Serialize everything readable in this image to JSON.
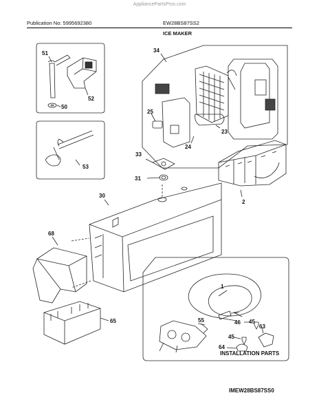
{
  "header": {
    "watermark": "AppliancePartsPros.com",
    "publication": "Publication No: 5995692380",
    "model": "EW28BS87SS2",
    "section": "ICE MAKER"
  },
  "callouts": {
    "p51": "51",
    "p52": "52",
    "p50": "50",
    "p53": "53",
    "p34": "34",
    "p25": "25",
    "p23": "23",
    "p24": "24",
    "p33": "33",
    "p31": "31",
    "p30": "30",
    "p2": "2",
    "p68": "68",
    "p1": "1",
    "p65": "65",
    "p55": "55",
    "p46": "46",
    "p45a": "45",
    "p63": "63",
    "p45b": "45",
    "p64": "64"
  },
  "installation_label": "INSTALLATION PARTS",
  "diagram_code": "IMEW28BS87SS0"
}
